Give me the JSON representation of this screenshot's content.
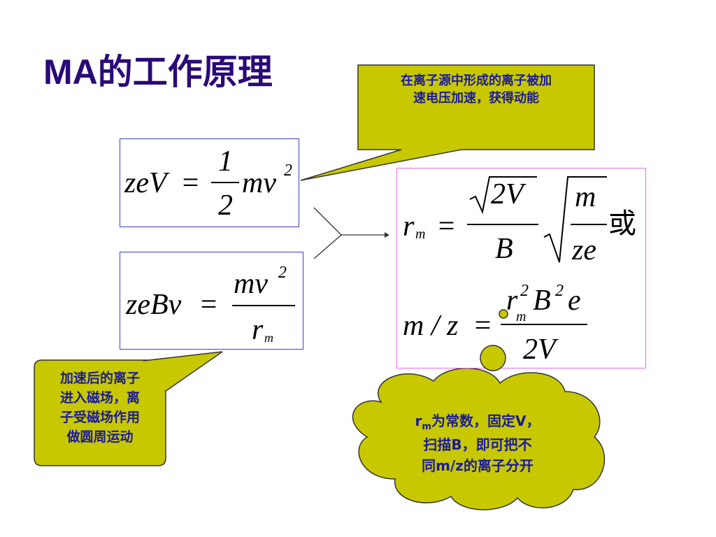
{
  "slide": {
    "title": "MA的工作原理"
  },
  "callouts": {
    "top": {
      "line1": "在离子源中形成的离子被加",
      "line2": "速电压加速，获得动能"
    },
    "left": {
      "line1": "加速后的离子",
      "line2": "进入磁场，离",
      "line3": "子受磁场作用",
      "line4": "做圆周运动"
    },
    "cloud": {
      "r": "r",
      "sub": "m",
      "seg1": "为常数，固定",
      "v": "V",
      "comma": "，",
      "line2_pre": "扫描",
      "b": "B",
      "line2_post": "，即可把不",
      "line3_pre": "同",
      "mz": "m/z",
      "line3_post": "的离子分开"
    }
  },
  "equations": {
    "eq1": {
      "lhs": "zeV",
      "eq": "=",
      "num": "1",
      "den": "2",
      "rhs": "mv",
      "exp": "2"
    },
    "eq2": {
      "lhs": "zeBv",
      "eq": "=",
      "num": "mv",
      "exp": "2",
      "den": "r",
      "den_sub": "m"
    },
    "eq3": {
      "lhs": "r",
      "lhs_sub": "m",
      "eq": "=",
      "num1": "2V",
      "den1": "B",
      "num2": "m",
      "den2": "ze",
      "or": "或"
    },
    "eq4": {
      "lhs": "m / z",
      "eq": "=",
      "num_r": "r",
      "num_exp1": "2",
      "num_sub": "m",
      "num_b": "B",
      "num_exp2": "2",
      "num_e": "e",
      "den": "2V"
    }
  },
  "colors": {
    "title": "#2a0a78",
    "callout_fill": "#c8c800",
    "callout_text": "#1a1a9a",
    "box_border_blue": "#3d3dc8",
    "box_border_pink": "#e86ee8"
  }
}
